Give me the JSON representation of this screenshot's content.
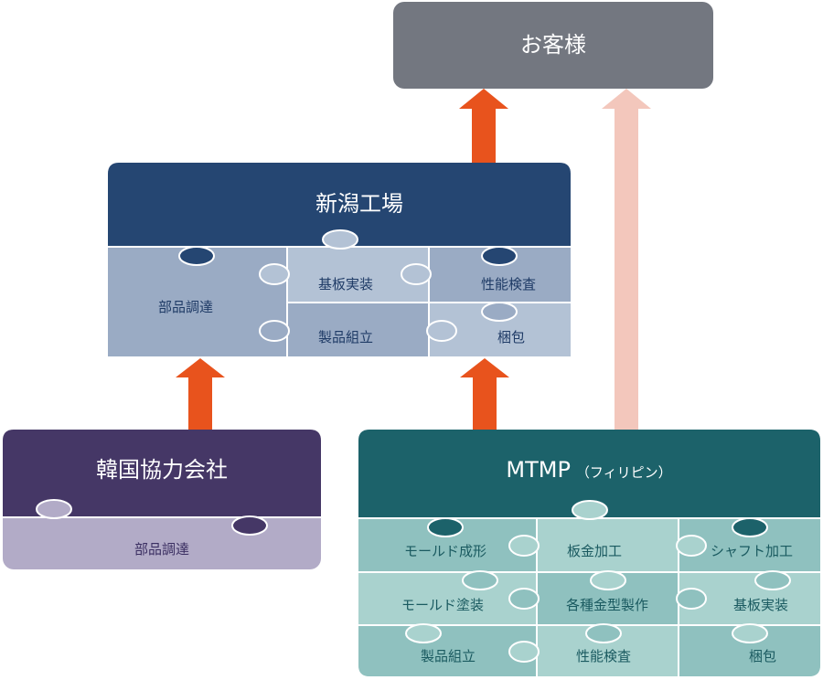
{
  "customer": {
    "label": "お客様"
  },
  "niigata": {
    "title": "新潟工場",
    "cells": {
      "parts_procurement": "部品調達",
      "board_mounting": "基板実装",
      "performance_test": "性能検査",
      "product_assembly": "製品組立",
      "packing": "梱包"
    }
  },
  "korea": {
    "title": "韓国協力会社",
    "cells": {
      "parts_procurement": "部品調達"
    }
  },
  "mtmp": {
    "title": "MTMP",
    "title_suffix": "（フィリピン）",
    "cells": {
      "mold_forming": "モールド成形",
      "sheet_metal": "板金加工",
      "shaft_machining": "シャフト加工",
      "mold_painting": "モールド塗装",
      "die_making": "各種金型製作",
      "board_mounting": "基板実装",
      "product_assembly": "製品組立",
      "performance_test": "性能検査",
      "packing": "梱包"
    }
  },
  "colors": {
    "customer": "#737780",
    "niigata_header": "#254672",
    "niigata_tile_dark": "#9aabc4",
    "niigata_tile_light": "#b3c2d5",
    "niigata_text": "#1f3b66",
    "korea_header": "#453766",
    "korea_tile": "#b2abc7",
    "korea_text": "#3b2f62",
    "mtmp_header": "#1c626a",
    "mtmp_tile_dark": "#8fc1bf",
    "mtmp_tile_light": "#a9d2ce",
    "mtmp_text": "#1a5a60",
    "arrow_strong": "#e8531d",
    "arrow_faint": "#f3c7bc"
  }
}
